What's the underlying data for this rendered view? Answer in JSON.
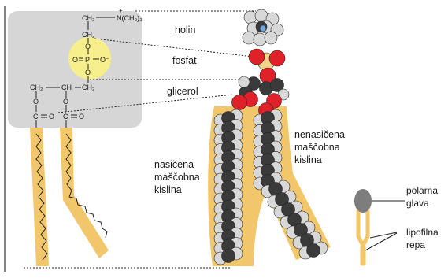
{
  "structure": {
    "choline_group": "N(CH₃)₃",
    "choline_charge": "+",
    "ch2_top": "CH₂",
    "ch2_mid": "CH₂",
    "o_link1": "O",
    "phosphorus": "P",
    "o_left": "O",
    "o_right": "O⁻",
    "o_link2": "O",
    "glycerol_ch2_left": "CH₂",
    "glycerol_ch": "CH",
    "glycerol_ch2_right": "CH₂",
    "ester_o_left": "O",
    "ester_o_right": "O",
    "carbonyl_c_left": "C",
    "carbonyl_o_left": "O",
    "carbonyl_c_right": "C",
    "carbonyl_o_right": "O"
  },
  "labels": {
    "choline": "holin",
    "phosphate": "fosfat",
    "glycerol": "glicerol",
    "saturated": [
      "nasičena",
      "maščobna",
      "kislina"
    ],
    "unsaturated": [
      "nenasičena",
      "maščobna",
      "kislina"
    ],
    "polar_head": [
      "polarna",
      "glava"
    ],
    "lipophilic_tail": [
      "lipofilna",
      "repa"
    ]
  },
  "colors": {
    "box": "#d6d6d6",
    "phosphate_highlight": "#f7ef8c",
    "tail_band": "#f2c66b",
    "oxygen": "#e0212a",
    "phosphorus_atom": "#f3d38a",
    "carbon": "#3a3a3a",
    "hydrogen": "#d8d8d8",
    "nitrogen": "#6fa8dc",
    "head_icon": "#7d7d7d"
  }
}
